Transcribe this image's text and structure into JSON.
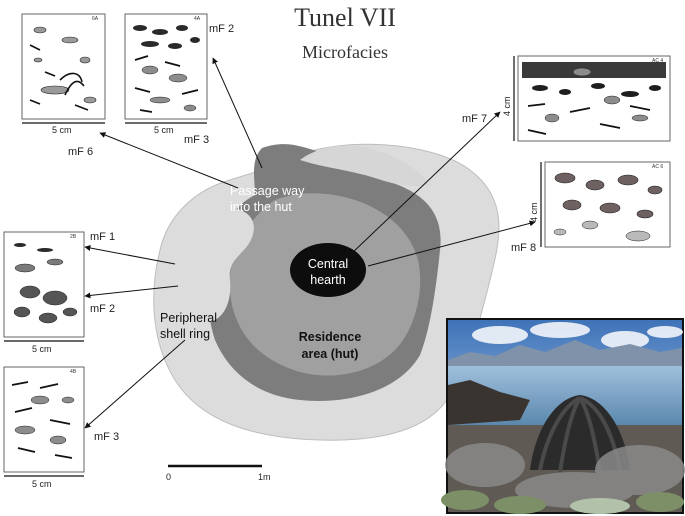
{
  "title": "Tunel VII",
  "subtitle": "Microfacies",
  "zones": {
    "passage": [
      "Passage way",
      "into the hut"
    ],
    "hearth": [
      "Central",
      "hearth"
    ],
    "residence": [
      "Residence",
      "area (hut)"
    ],
    "peripheral": [
      "Peripheral",
      "shell ring"
    ]
  },
  "microfacies_labels": {
    "mf6": "mF 6",
    "mf2_top": "mF 2",
    "mf3_top": "mF 3",
    "mf7": "mF 7",
    "mf8": "mF 8",
    "mf1": "mF 1",
    "mf2_left": "mF 2",
    "mf3_bottom": "mF 3"
  },
  "thin_sections": {
    "6A": {
      "code": "6A",
      "scale": "5 cm"
    },
    "4A": {
      "code": "4A",
      "scale": "5 cm"
    },
    "AC4": {
      "code": "AC 4",
      "scale": "4 cm"
    },
    "AC6": {
      "code": "AC 6",
      "scale": "4 cm"
    },
    "2B": {
      "code": "2B",
      "scale": "5 cm"
    },
    "4B": {
      "code": "4B",
      "scale": "5 cm"
    }
  },
  "scale_bar": {
    "start": "0",
    "end": "1m"
  },
  "colors": {
    "outer_ring": "#dcdcdc",
    "mid_ring": "#7d7d7d",
    "inner_area": "#a0a0a0",
    "hearth": "#0d0d0d"
  }
}
